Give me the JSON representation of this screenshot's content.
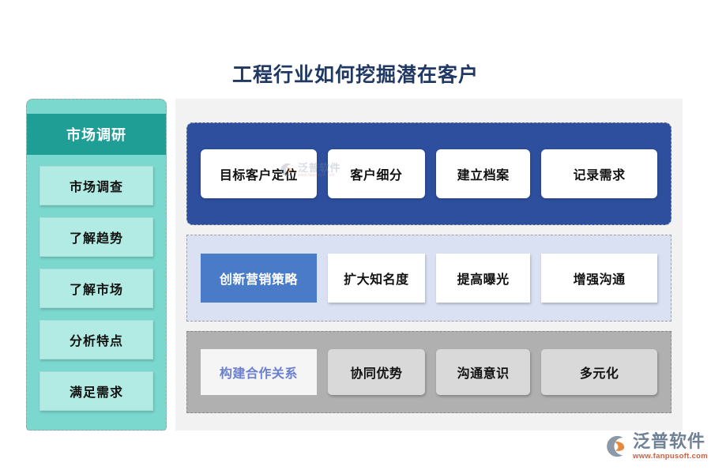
{
  "page": {
    "title": "工程行业如何挖掘潜在客户",
    "title_color": "#1f3864",
    "background": "#ffffff"
  },
  "sidebar": {
    "header": {
      "label": "市场调研",
      "background": "#1f9e96",
      "text_color": "#ffffff"
    },
    "panel_color": "#7bd8cf",
    "item_color": "#b2ebe3",
    "items": [
      {
        "label": "市场调查"
      },
      {
        "label": "了解趋势"
      },
      {
        "label": "了解市场"
      },
      {
        "label": "分析特点"
      },
      {
        "label": "满足需求"
      }
    ]
  },
  "content": {
    "background": "#f2f2f2",
    "bands": [
      {
        "name": "targeting",
        "band_color": "#2d4f9e",
        "card_color": "#ffffff",
        "cards": [
          {
            "label": "目标客户定位",
            "accent": false
          },
          {
            "label": "客户细分",
            "accent": false
          },
          {
            "label": "建立档案",
            "accent": false
          },
          {
            "label": "记录需求",
            "accent": false
          }
        ]
      },
      {
        "name": "marketing",
        "band_color": "#dae1f3",
        "card_color": "#ffffff",
        "accent_color": "#4a7bc8",
        "cards": [
          {
            "label": "创新营销策略",
            "accent": true
          },
          {
            "label": "扩大知名度",
            "accent": false
          },
          {
            "label": "提高曝光",
            "accent": false
          },
          {
            "label": "增强沟通",
            "accent": false
          }
        ]
      },
      {
        "name": "cooperation",
        "band_color": "#b0b0b0",
        "card_color": "#d9d9d9",
        "accent_color": "#f5f5f5",
        "accent_text_color": "#6b7fd0",
        "cards": [
          {
            "label": "构建合作关系",
            "accent": true
          },
          {
            "label": "协同优势",
            "accent": false
          },
          {
            "label": "沟通意识",
            "accent": false
          },
          {
            "label": "多元化",
            "accent": false
          }
        ]
      }
    ]
  },
  "watermark": {
    "name": "泛普软件",
    "url": "www.fanpusoft.com"
  },
  "logo": {
    "name": "泛普软件",
    "url": "www.fanpusoft.com",
    "name_color": "#6e8196",
    "url_color": "#c9603f",
    "mark_accent": "#e8883c"
  }
}
